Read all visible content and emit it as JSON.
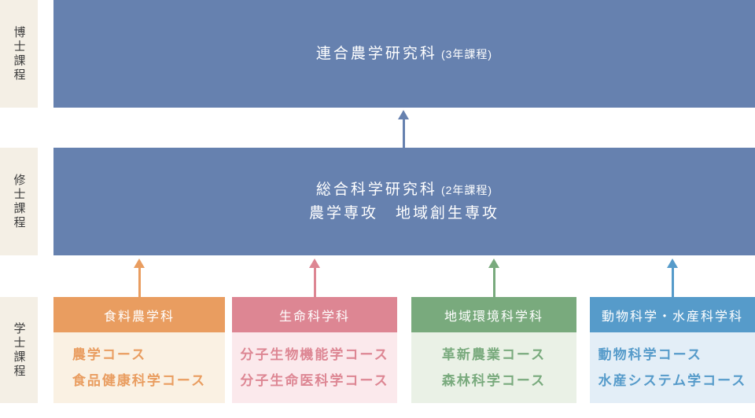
{
  "colors": {
    "box_blue": "#6681af",
    "label_bg": "#f4efe5",
    "label_text": "#3c3c3c"
  },
  "stages": [
    {
      "label": "博士課程"
    },
    {
      "label": "修士課程"
    },
    {
      "label": "学士課程"
    }
  ],
  "doctoral_box": {
    "title": "連合農学研究科",
    "duration": "(3年課程)"
  },
  "master_box": {
    "title": "総合科学研究科",
    "duration": "(2年課程)",
    "majors": "農学専攻　地域創生専攻"
  },
  "departments": [
    {
      "name": "食料農学科",
      "color": "#e99d60",
      "bg_color": "#faf1e3",
      "courses": [
        "農学コース",
        "食品健康科学コース"
      ]
    },
    {
      "name": "生命科学科",
      "color": "#dd8693",
      "bg_color": "#fbe9ec",
      "courses": [
        "分子生物機能学コース",
        "分子生命医科学コース"
      ]
    },
    {
      "name": "地域環境科学科",
      "color": "#79aa7d",
      "bg_color": "#eaf1e6",
      "courses": [
        "革新農業コース",
        "森林科学コース"
      ]
    },
    {
      "name": "動物科学・水産科学科",
      "color": "#569bca",
      "bg_color": "#e3eef7",
      "courses": [
        "動物科学コース",
        "水産システム学コース"
      ]
    }
  ]
}
